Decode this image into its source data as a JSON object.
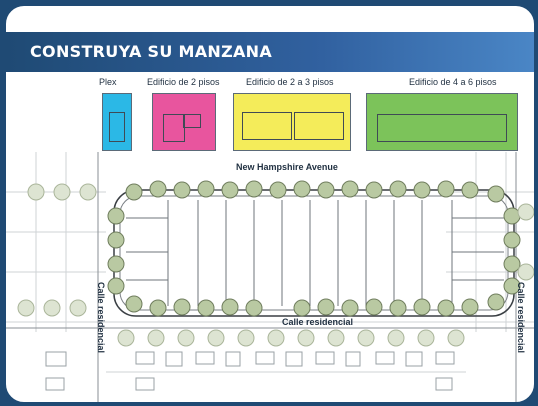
{
  "header": {
    "title": "CONSTRUYA SU MANZANA"
  },
  "legend": [
    {
      "label": "Plex",
      "color": "#2bb8e6"
    },
    {
      "label": "Edificio de 2 pisos",
      "color": "#e8559e"
    },
    {
      "label": "Edificio de 2 a 3 pisos",
      "color": "#f4ec5a"
    },
    {
      "label": "Edificio de 4 a 6 pisos",
      "color": "#7cc35a"
    }
  ],
  "map": {
    "top_street": "New Hampshire Avenue",
    "bottom_street": "Calle residencial",
    "left_street": "Calle residencial",
    "right_street": "Calle residencial"
  },
  "colors": {
    "frame": "#1f4a74",
    "tree": "#b9c9a2",
    "tree_stroke": "#6f7d5d"
  }
}
